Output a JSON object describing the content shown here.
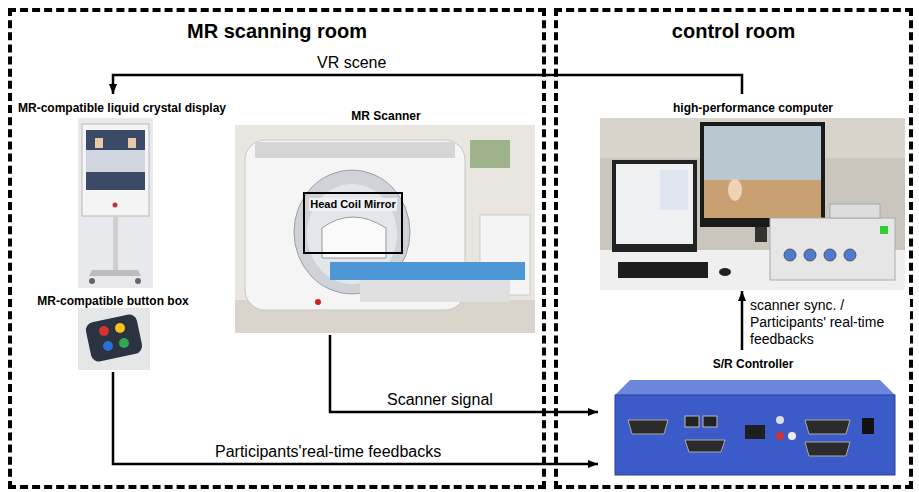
{
  "diagram": {
    "nodes": [
      {
        "text": [
          "MR scanning room"
        ]
      },
      {
        "text": [
          "MR-compatible liquid crystal display"
        ],
        "in": 0
      },
      {
        "text": [
          "MR Scanner"
        ],
        "in": 0
      },
      {
        "text": [
          "Head Coil Mirror"
        ],
        "in": 2
      },
      {
        "text": [
          "MR-compatible button box"
        ],
        "in": 0
      },
      {
        "text": [
          "control room"
        ]
      },
      {
        "text": [
          "high-performance computer"
        ],
        "in": 5
      },
      {
        "text": [
          "S/R Controller"
        ],
        "in": 5
      }
    ],
    "edges": [
      {
        "from": 6,
        "to": 1,
        "arrow": "to",
        "label": "VR scene"
      },
      {
        "from": 2,
        "to": 7,
        "arrow": "to",
        "label": "Scanner signal"
      },
      {
        "from": 4,
        "to": 7,
        "arrow": "to",
        "label": "Participants'real-time feedbacks"
      },
      {
        "from": 7,
        "to": 6,
        "arrow": "to",
        "label": "scanner sync. / Participants' real-time feedbacks"
      }
    ]
  }
}
